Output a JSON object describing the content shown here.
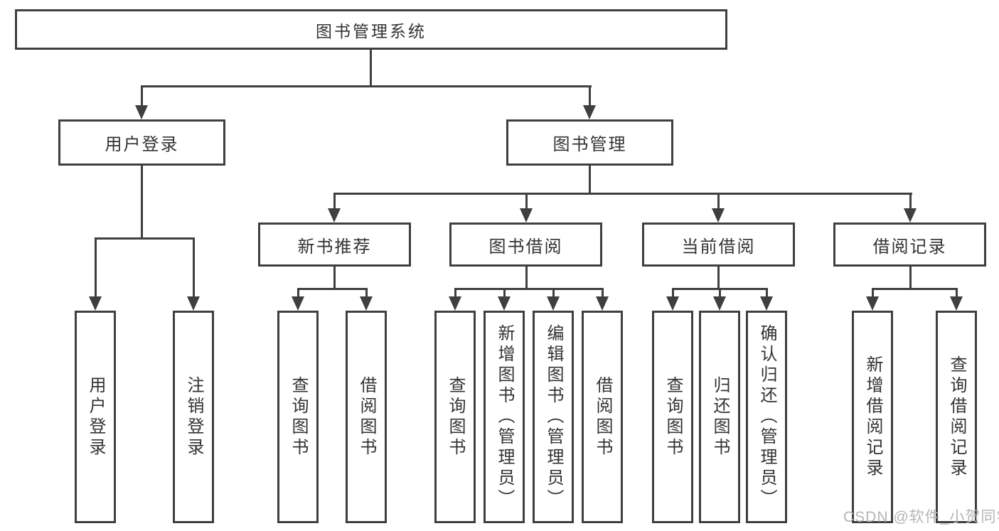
{
  "diagram": {
    "root": {
      "label": "图书管理系统"
    },
    "level2": [
      {
        "label": "用户登录"
      },
      {
        "label": "图书管理"
      }
    ],
    "level3": [
      {
        "label": "新书推荐",
        "parent": "图书管理"
      },
      {
        "label": "图书借阅",
        "parent": "图书管理"
      },
      {
        "label": "当前借阅",
        "parent": "图书管理"
      },
      {
        "label": "借阅记录",
        "parent": "图书管理"
      }
    ],
    "leaves": [
      {
        "label": "用户登录",
        "parent": "用户登录"
      },
      {
        "label": "注销登录",
        "parent": "用户登录"
      },
      {
        "label": "查询图书",
        "parent": "新书推荐"
      },
      {
        "label": "借阅图书",
        "parent": "新书推荐"
      },
      {
        "label": "查询图书",
        "parent": "图书借阅"
      },
      {
        "label": "新增图书（管理员）",
        "parent": "图书借阅"
      },
      {
        "label": "编辑图书（管理员）",
        "parent": "图书借阅"
      },
      {
        "label": "借阅图书",
        "parent": "图书借阅"
      },
      {
        "label": "查询图书",
        "parent": "当前借阅"
      },
      {
        "label": "归还图书",
        "parent": "当前借阅"
      },
      {
        "label": "确认归还（管理员）",
        "parent": "当前借阅"
      },
      {
        "label": "新增借阅记录",
        "parent": "借阅记录"
      },
      {
        "label": "查询借阅记录",
        "parent": "借阅记录"
      }
    ]
  },
  "watermark": {
    "text": "CSDN @软件_小贺同学",
    "color": "#b5b5b5"
  },
  "colors": {
    "line": "#3f3f3f",
    "text": "#333333",
    "background": "#ffffff",
    "box_fill": "#ffffff"
  }
}
